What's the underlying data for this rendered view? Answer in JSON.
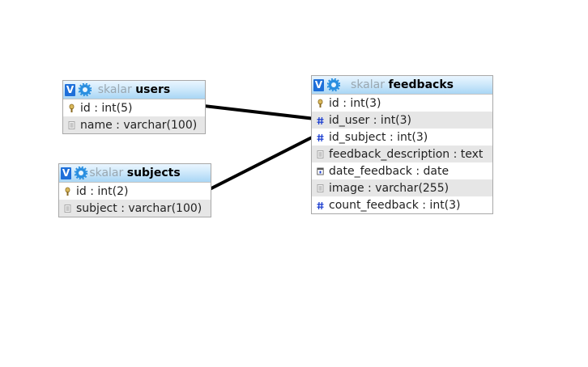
{
  "tables": {
    "users": {
      "db": "skalar",
      "name": "users",
      "fields": [
        {
          "text": "id : int(5)",
          "icon": "key-icon"
        },
        {
          "text": "name : varchar(100)",
          "icon": "text-field-icon"
        }
      ]
    },
    "subjects": {
      "db": "skalar",
      "name": "subjects",
      "fields": [
        {
          "text": "id : int(2)",
          "icon": "key-icon"
        },
        {
          "text": "subject : varchar(100)",
          "icon": "text-field-icon"
        }
      ]
    },
    "feedbacks": {
      "db": "skalar",
      "name": "feedbacks",
      "fields": [
        {
          "text": "id : int(3)",
          "icon": "key-icon"
        },
        {
          "text": "id_user : int(3)",
          "icon": "number-field-icon"
        },
        {
          "text": "id_subject : int(3)",
          "icon": "number-field-icon"
        },
        {
          "text": "feedback_description : text",
          "icon": "text-field-icon"
        },
        {
          "text": "date_feedback : date",
          "icon": "date-field-icon"
        },
        {
          "text": "image : varchar(255)",
          "icon": "text-field-icon"
        },
        {
          "text": "count_feedback : int(3)",
          "icon": "number-field-icon"
        }
      ]
    }
  },
  "header_button_label": "V",
  "colors": {
    "number_icon": "#1d3fd0",
    "key_icon": "#c8a34a",
    "link_line": "#000000"
  }
}
